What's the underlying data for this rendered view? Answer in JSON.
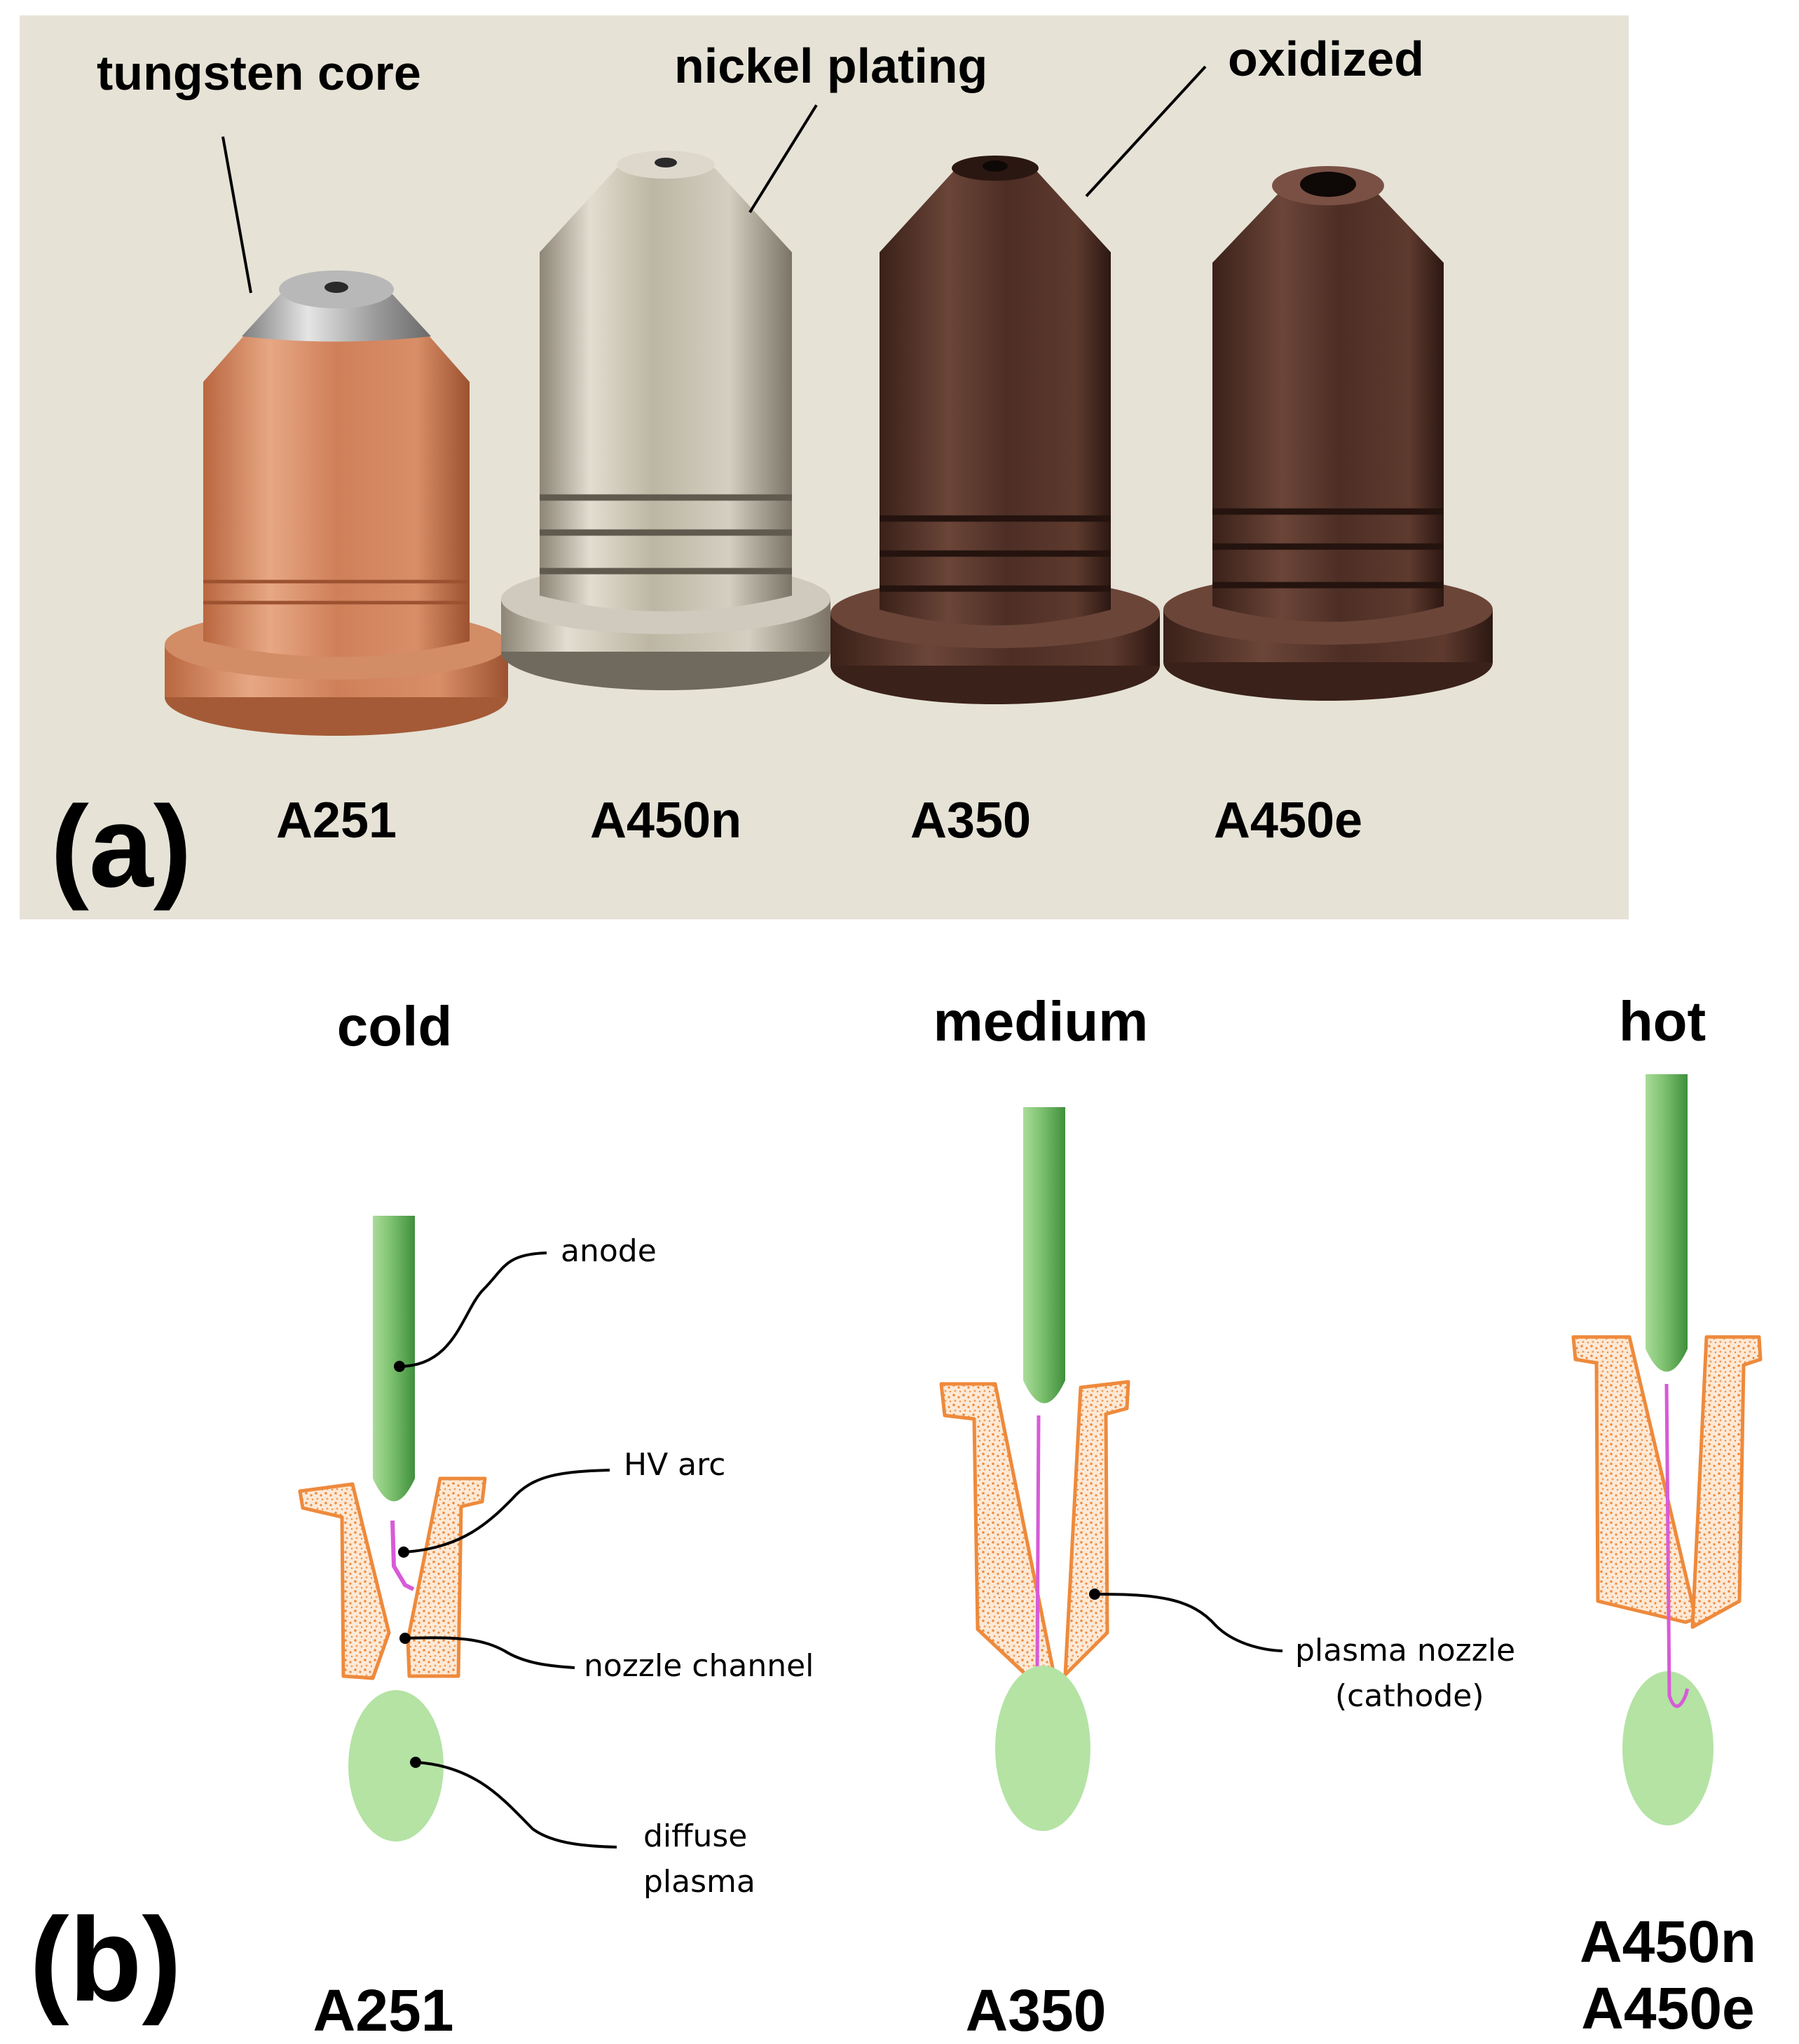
{
  "panel_a": {
    "label": "(a)",
    "callouts": {
      "tungsten": "tungsten core",
      "nickel": "nickel plating",
      "oxidized": "oxidized"
    },
    "nozzles": [
      {
        "name": "A251",
        "finish": "copper"
      },
      {
        "name": "A450n",
        "finish": "nickel"
      },
      {
        "name": "A350",
        "finish": "oxidized-copper"
      },
      {
        "name": "A450e",
        "finish": "oxidized-copper"
      }
    ]
  },
  "panel_b": {
    "label": "(b)",
    "columns": [
      {
        "heading": "cold",
        "model_1": "A251",
        "model_2": ""
      },
      {
        "heading": "medium",
        "model_1": "A350",
        "model_2": ""
      },
      {
        "heading": "hot",
        "model_1": "A450n",
        "model_2": "A450e"
      }
    ],
    "annotations": {
      "anode": "anode",
      "hv_arc": "HV arc",
      "nozzle_channel": "nozzle channel",
      "diffuse_1": "diffuse",
      "diffuse_2": "plasma",
      "cathode_1": "plasma nozzle",
      "cathode_2": "(cathode)"
    }
  },
  "colors": {
    "photo_background": "#e6e2d6",
    "copper": "#c8774f",
    "nickel": "#bdb6a4",
    "oxidized": "#4d2e25",
    "anode_green_light": "#a9dc9a",
    "anode_green_dark": "#3f8f3c",
    "plasma_green": "#b4e3a4",
    "nozzle_orange": "#ee8a3c",
    "arc_magenta": "#d85ad8"
  }
}
